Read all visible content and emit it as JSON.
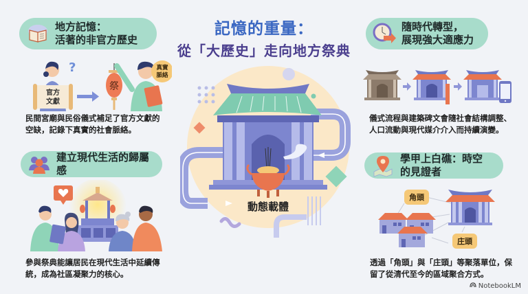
{
  "header": {
    "title_main": "記憶的重量：",
    "title_sub": "從「大歷史」走向地方祭典"
  },
  "center": {
    "label": "動態載體",
    "icons": [
      "temple-icon",
      "incense-burner-icon",
      "flow-arrow-icon"
    ]
  },
  "sections": [
    {
      "id": "local-memory",
      "title_line1": "地方記憶：",
      "title_line2": "活著的非官方歷史",
      "icon": "book-icon",
      "illustration": {
        "scroll_label_line1": "官方",
        "scroll_label_line2": "文獻",
        "question_mark": "?",
        "lantern_label": "祭",
        "bubble_line1": "真實",
        "bubble_line2": "脈絡"
      },
      "body_line1": "民間宮廟與民俗儀式補足了官方文獻的",
      "body_line2": "空缺，記錄下真實的社會脈絡。"
    },
    {
      "id": "adaptability",
      "title_line1": "隨時代轉型，",
      "title_line2": "展現強大適應力",
      "icon": "clock-arrow-icon",
      "body_line1": "儀式流程與建築碑文會隨社會結構調整、",
      "body_line2": "人口流動與現代媒介介入而持續演變。"
    },
    {
      "id": "belonging",
      "title_line1": "建立現代生活的歸屬感",
      "icon": "people-group-icon",
      "body_line1": "參與祭典能讓居民在現代生活中延續傳",
      "body_line2": "統，成為社區凝聚力的核心。"
    },
    {
      "id": "witness",
      "title_line1": "學甲上白礁：時空的見證者",
      "icon": "map-pin-icon",
      "illustration": {
        "badge_1": "角頭",
        "badge_2": "庄頭"
      },
      "body_line1": "透過「角頭」與「庄頭」等聚落單位，保",
      "body_line2": "留了從清代至今的區域聚合方式。"
    }
  ],
  "footer": {
    "brand": "NotebookLM"
  },
  "colors": {
    "background": "#f1f3f7",
    "pill": "#a8dccb",
    "title_blue": "#3a67c2",
    "title_purple": "#4b3f8e",
    "temple_purple": "#6f78c4",
    "roof_green": "#7fcbb0",
    "roof_orange": "#e8754f",
    "circle_bg": "#fbe8c8",
    "badge": "#f5c877"
  }
}
